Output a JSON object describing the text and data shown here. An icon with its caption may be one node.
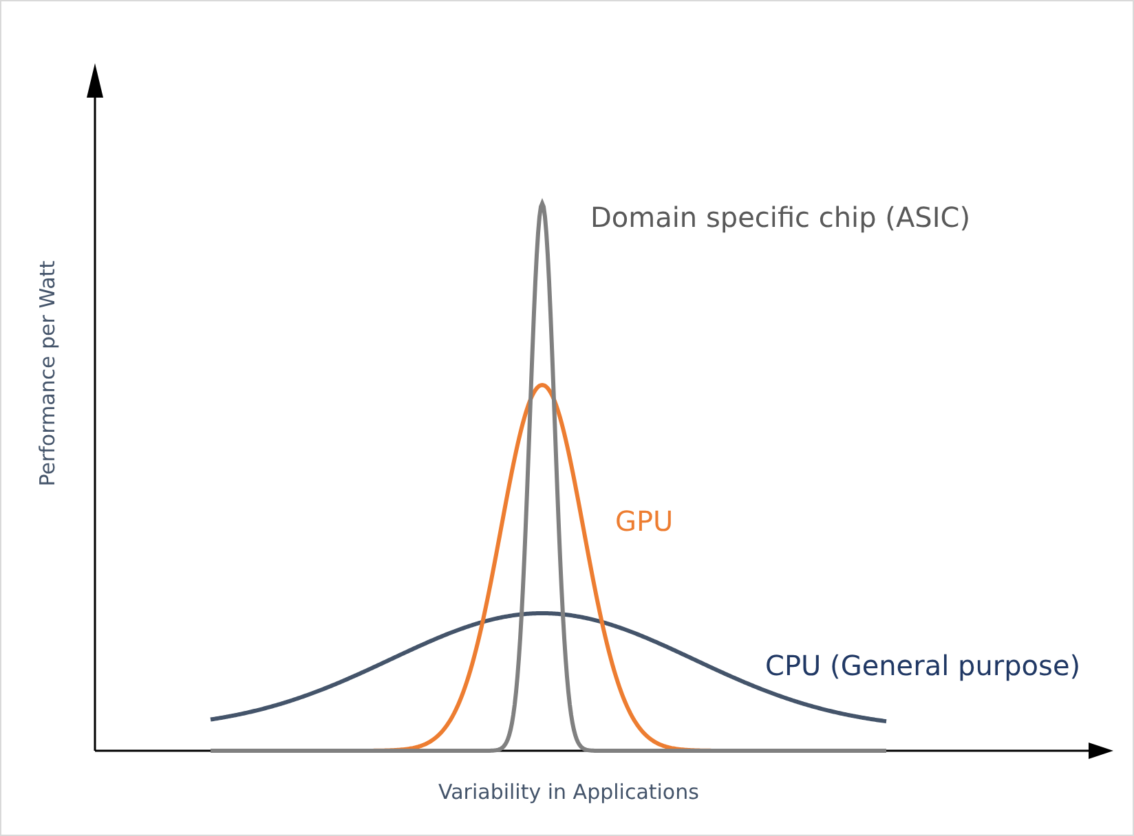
{
  "diagram": {
    "labels": [
      "Domain specific chip (ASIC)",
      "GPU",
      "CPU (General purpose)",
      "Performance per Watt",
      "Variability in Applications"
    ]
  }
}
